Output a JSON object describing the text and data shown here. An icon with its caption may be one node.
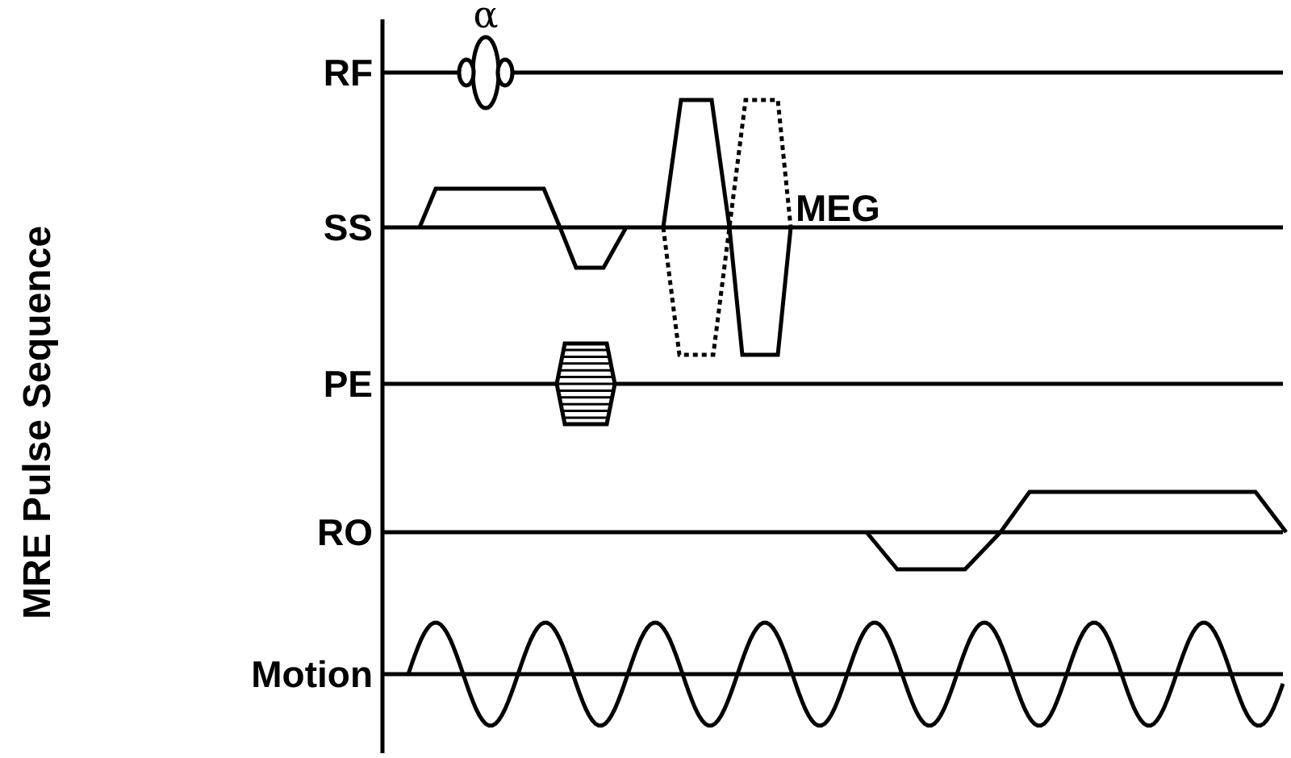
{
  "diagram": {
    "title": "MRE Pulse Sequence",
    "labels": [
      "α",
      "RF",
      "MEG",
      "SS",
      "PE",
      "RO",
      "Motion"
    ]
  }
}
